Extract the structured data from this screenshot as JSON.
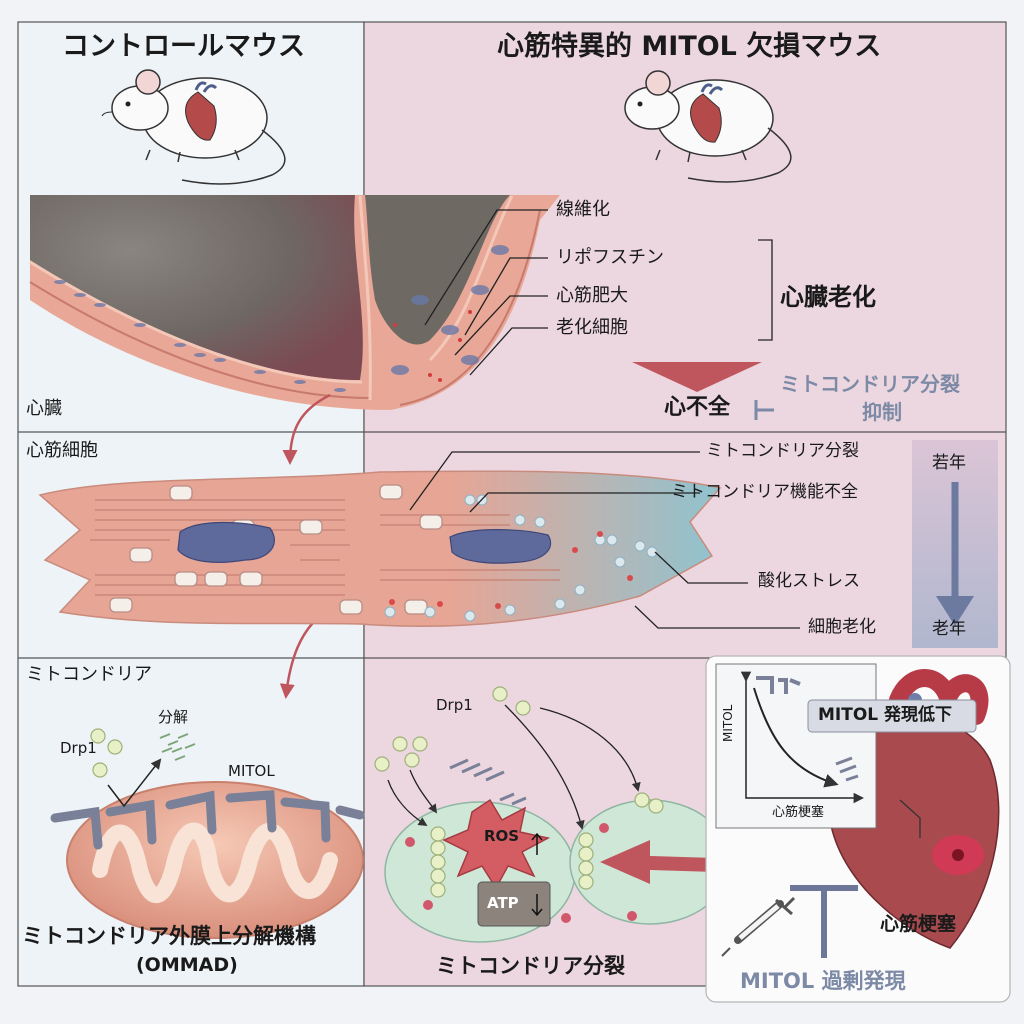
{
  "panels": {
    "control_title": "コントロールマウス",
    "ko_title": "心筋特異的 MITOL 欠損マウス"
  },
  "heart_row": {
    "label": "心臓",
    "annotations": [
      "線維化",
      "リポフスチン",
      "心筋肥大",
      "老化細胞"
    ],
    "bracket_label": "心臓老化",
    "outcome": "心不全",
    "inhibit_line1": "ミトコンドリア分裂",
    "inhibit_line2": "抑制"
  },
  "cell_row": {
    "label": "心筋細胞",
    "annotations": [
      "ミトコンドリア分裂",
      "ミトコンドリア機能不全",
      "酸化ストレス",
      "細胞老化"
    ],
    "age_young": "若年",
    "age_old": "老年"
  },
  "mito_row": {
    "label": "ミトコンドリア",
    "drp1": "Drp1",
    "degradation": "分解",
    "mitol": "MITOL",
    "ommad_line1": "ミトコンドリア外膜上分解機構",
    "ommad_line2": "(OMMAD)",
    "drp1_right": "Drp1",
    "ros": "ROS",
    "atp": "ATP",
    "fission_title": "ミトコンドリア分裂"
  },
  "inset": {
    "graph_ylabel": "MITOL",
    "graph_xlabel": "心筋梗塞",
    "graph_note": "MITOL 発現低下",
    "mi_label": "心筋梗塞",
    "overexpression": "MITOL 過剰発現"
  },
  "colors": {
    "background": "#f1f3f6",
    "control_panel": "#eef3f7",
    "ko_panel": "#ecd7e0",
    "arrow_red": "#c0565d",
    "accent_blue": "#7d8aa6"
  }
}
